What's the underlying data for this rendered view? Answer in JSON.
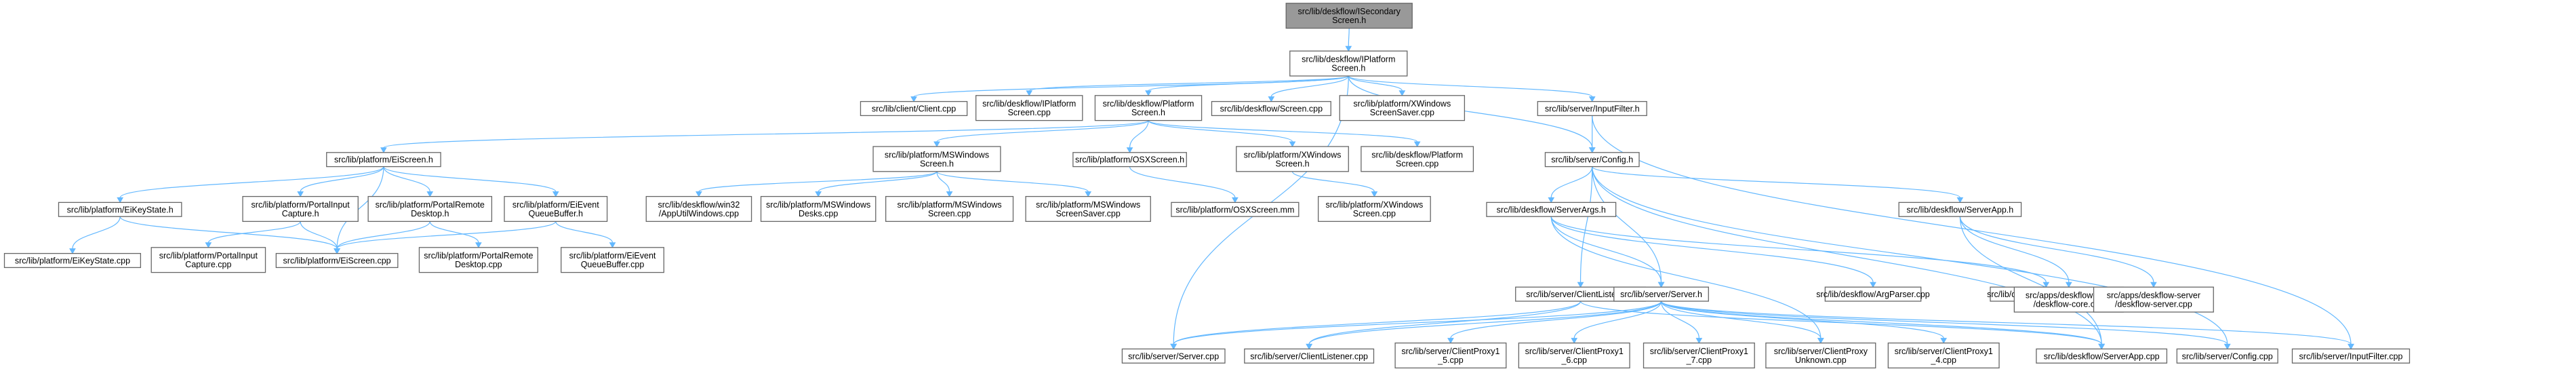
{
  "colors": {
    "node_fill": "#ffffff",
    "root_fill": "#999999",
    "node_border": "#666666",
    "edge": "#63B8FF"
  },
  "nodes": [
    {
      "id": "n0",
      "lines": [
        "src/lib/deskflow/ISecondary",
        "Screen.h"
      ],
      "root": true
    },
    {
      "id": "n1",
      "lines": [
        "src/lib/deskflow/IPlatform",
        "Screen.h"
      ]
    },
    {
      "id": "n2",
      "lines": [
        "src/lib/client/Client.cpp"
      ]
    },
    {
      "id": "n3",
      "lines": [
        "src/lib/deskflow/IPlatform",
        "Screen.cpp"
      ]
    },
    {
      "id": "n4",
      "lines": [
        "src/lib/deskflow/Platform",
        "Screen.h"
      ]
    },
    {
      "id": "n5",
      "lines": [
        "src/lib/deskflow/Screen.cpp"
      ]
    },
    {
      "id": "n6",
      "lines": [
        "src/lib/platform/XWindows",
        "ScreenSaver.cpp"
      ]
    },
    {
      "id": "n7",
      "lines": [
        "src/lib/server/InputFilter.h"
      ]
    },
    {
      "id": "n8",
      "lines": [
        "src/lib/platform/EiScreen.h"
      ]
    },
    {
      "id": "n9",
      "lines": [
        "src/lib/platform/MSWindows",
        "Screen.h"
      ]
    },
    {
      "id": "n10",
      "lines": [
        "src/lib/platform/OSXScreen.h"
      ]
    },
    {
      "id": "n11",
      "lines": [
        "src/lib/platform/XWindows",
        "Screen.h"
      ]
    },
    {
      "id": "n12",
      "lines": [
        "src/lib/deskflow/Platform",
        "Screen.cpp"
      ]
    },
    {
      "id": "n13",
      "lines": [
        "src/lib/server/Config.h"
      ]
    },
    {
      "id": "n14",
      "lines": [
        "src/lib/platform/EiKeyState.h"
      ]
    },
    {
      "id": "n15",
      "lines": [
        "src/lib/platform/PortalInput",
        "Capture.h"
      ]
    },
    {
      "id": "n16",
      "lines": [
        "src/lib/platform/PortalRemote",
        "Desktop.h"
      ]
    },
    {
      "id": "n17",
      "lines": [
        "src/lib/platform/EiEvent",
        "QueueBuffer.h"
      ]
    },
    {
      "id": "n18",
      "lines": [
        "src/lib/deskflow/win32",
        "/AppUtilWindows.cpp"
      ]
    },
    {
      "id": "n19",
      "lines": [
        "src/lib/platform/MSWindows",
        "Desks.cpp"
      ]
    },
    {
      "id": "n20",
      "lines": [
        "src/lib/platform/MSWindows",
        "Screen.cpp"
      ]
    },
    {
      "id": "n21",
      "lines": [
        "src/lib/platform/MSWindows",
        "ScreenSaver.cpp"
      ]
    },
    {
      "id": "n22",
      "lines": [
        "src/lib/platform/OSXScreen.mm"
      ]
    },
    {
      "id": "n23",
      "lines": [
        "src/lib/platform/XWindows",
        "Screen.cpp"
      ]
    },
    {
      "id": "n24",
      "lines": [
        "src/lib/deskflow/ServerArgs.h"
      ]
    },
    {
      "id": "n25",
      "lines": [
        "src/lib/deskflow/ServerApp.h"
      ]
    },
    {
      "id": "n26",
      "lines": [
        "src/lib/platform/EiKeyState.cpp"
      ]
    },
    {
      "id": "n27",
      "lines": [
        "src/lib/platform/PortalInput",
        "Capture.cpp"
      ]
    },
    {
      "id": "n28",
      "lines": [
        "src/lib/platform/EiScreen.cpp"
      ]
    },
    {
      "id": "n29",
      "lines": [
        "src/lib/platform/PortalRemote",
        "Desktop.cpp"
      ]
    },
    {
      "id": "n30",
      "lines": [
        "src/lib/platform/EiEvent",
        "QueueBuffer.cpp"
      ]
    },
    {
      "id": "n31",
      "lines": [
        "src/lib/server/ClientListener.h"
      ]
    },
    {
      "id": "n32",
      "lines": [
        "src/lib/server/Server.h"
      ]
    },
    {
      "id": "n33",
      "lines": [
        "src/lib/deskflow/ArgParser.cpp"
      ]
    },
    {
      "id": "n34",
      "lines": [
        "src/lib/deskflow/ServerArgs.cpp"
      ]
    },
    {
      "id": "n35",
      "lines": [
        "src/apps/deskflow-core",
        "/deskflow-core.cpp"
      ]
    },
    {
      "id": "n36",
      "lines": [
        "src/apps/deskflow-server",
        "/deskflow-server.cpp"
      ]
    },
    {
      "id": "n37",
      "lines": [
        "src/lib/server/Server.cpp"
      ]
    },
    {
      "id": "n38",
      "lines": [
        "src/lib/server/ClientListener.cpp"
      ]
    },
    {
      "id": "n39",
      "lines": [
        "src/lib/server/ClientProxy1",
        "_5.cpp"
      ]
    },
    {
      "id": "n40",
      "lines": [
        "src/lib/server/ClientProxy1",
        "_6.cpp"
      ]
    },
    {
      "id": "n41",
      "lines": [
        "src/lib/server/ClientProxy1",
        "_7.cpp"
      ]
    },
    {
      "id": "n42",
      "lines": [
        "src/lib/server/ClientProxy",
        "Unknown.cpp"
      ]
    },
    {
      "id": "n43",
      "lines": [
        "src/lib/server/ClientProxy1",
        "_4.cpp"
      ]
    },
    {
      "id": "n44",
      "lines": [
        "src/lib/deskflow/ServerApp.cpp"
      ]
    },
    {
      "id": "n45",
      "lines": [
        "src/lib/server/Config.cpp"
      ]
    },
    {
      "id": "n46",
      "lines": [
        "src/lib/server/InputFilter.cpp"
      ]
    }
  ],
  "edges": [
    [
      "n0",
      "n1"
    ],
    [
      "n1",
      "n2"
    ],
    [
      "n1",
      "n3"
    ],
    [
      "n1",
      "n4"
    ],
    [
      "n1",
      "n5"
    ],
    [
      "n1",
      "n6"
    ],
    [
      "n1",
      "n7"
    ],
    [
      "n1",
      "n13"
    ],
    [
      "n1",
      "n37"
    ],
    [
      "n4",
      "n8"
    ],
    [
      "n4",
      "n9"
    ],
    [
      "n4",
      "n10"
    ],
    [
      "n4",
      "n11"
    ],
    [
      "n4",
      "n12"
    ],
    [
      "n7",
      "n13"
    ],
    [
      "n7",
      "n46"
    ],
    [
      "n8",
      "n14"
    ],
    [
      "n8",
      "n15"
    ],
    [
      "n8",
      "n16"
    ],
    [
      "n8",
      "n17"
    ],
    [
      "n8",
      "n28"
    ],
    [
      "n9",
      "n18"
    ],
    [
      "n9",
      "n19"
    ],
    [
      "n9",
      "n20"
    ],
    [
      "n9",
      "n21"
    ],
    [
      "n10",
      "n22"
    ],
    [
      "n11",
      "n23"
    ],
    [
      "n13",
      "n24"
    ],
    [
      "n13",
      "n25"
    ],
    [
      "n13",
      "n31"
    ],
    [
      "n13",
      "n32"
    ],
    [
      "n13",
      "n44"
    ],
    [
      "n13",
      "n45"
    ],
    [
      "n14",
      "n26"
    ],
    [
      "n14",
      "n28"
    ],
    [
      "n15",
      "n27"
    ],
    [
      "n15",
      "n28"
    ],
    [
      "n16",
      "n28"
    ],
    [
      "n16",
      "n29"
    ],
    [
      "n17",
      "n28"
    ],
    [
      "n17",
      "n30"
    ],
    [
      "n24",
      "n32"
    ],
    [
      "n24",
      "n33"
    ],
    [
      "n24",
      "n34"
    ],
    [
      "n24",
      "n42"
    ],
    [
      "n25",
      "n35"
    ],
    [
      "n25",
      "n36"
    ],
    [
      "n25",
      "n44"
    ],
    [
      "n31",
      "n37"
    ],
    [
      "n31",
      "n38"
    ],
    [
      "n31",
      "n44"
    ],
    [
      "n32",
      "n37"
    ],
    [
      "n32",
      "n38"
    ],
    [
      "n32",
      "n39"
    ],
    [
      "n32",
      "n40"
    ],
    [
      "n32",
      "n41"
    ],
    [
      "n32",
      "n42"
    ],
    [
      "n32",
      "n43"
    ],
    [
      "n32",
      "n44"
    ],
    [
      "n32",
      "n45"
    ],
    [
      "n32",
      "n46"
    ]
  ]
}
